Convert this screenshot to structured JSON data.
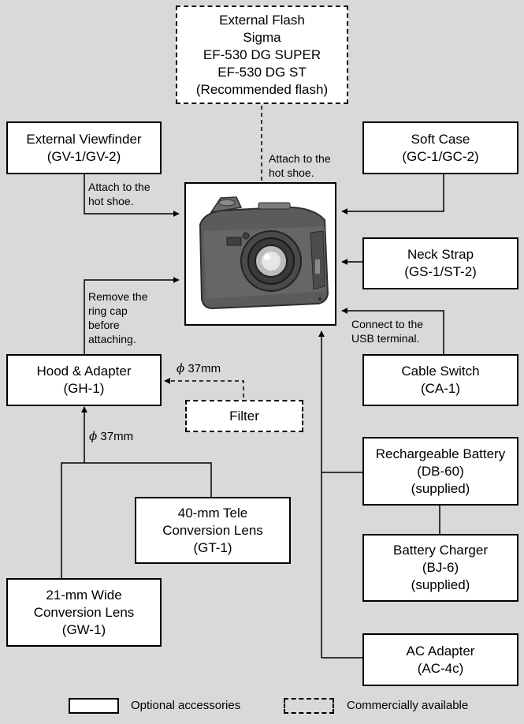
{
  "boxes": {
    "external_flash": [
      "External Flash",
      "Sigma",
      "EF-530 DG SUPER",
      "EF-530 DG ST",
      "(Recommended flash)"
    ],
    "external_viewfinder": [
      "External Viewfinder",
      "(GV-1/GV-2)"
    ],
    "soft_case": [
      "Soft Case",
      "(GC-1/GC-2)"
    ],
    "neck_strap": [
      "Neck Strap",
      "(GS-1/ST-2)"
    ],
    "hood_adapter": [
      "Hood & Adapter",
      "(GH-1)"
    ],
    "filter": [
      "Filter"
    ],
    "cable_switch": [
      "Cable Switch",
      "(CA-1)"
    ],
    "tele_lens": [
      "40-mm Tele",
      "Conversion Lens",
      "(GT-1)"
    ],
    "rechargeable_battery": [
      "Rechargeable Battery",
      "(DB-60)",
      "(supplied)"
    ],
    "battery_charger": [
      "Battery Charger",
      "(BJ-6)",
      "(supplied)"
    ],
    "wide_lens": [
      "21-mm Wide",
      "Conversion Lens",
      "(GW-1)"
    ],
    "ac_adapter": [
      "AC Adapter",
      "(AC-4c)"
    ]
  },
  "notes": {
    "hot_shoe_flash": [
      "Attach to the",
      "hot shoe."
    ],
    "hot_shoe_viewfinder": [
      "Attach to the",
      "hot shoe."
    ],
    "remove_ring_cap": [
      "Remove the",
      "ring cap",
      "before",
      "attaching."
    ],
    "usb_terminal": [
      "Connect to the",
      "USB terminal."
    ],
    "filter_size": {
      "symbol": "ϕ",
      "value": "37mm"
    },
    "lens_size": {
      "symbol": "ϕ",
      "value": "37mm"
    }
  },
  "legend": {
    "optional": "Optional accessories",
    "commercial": "Commercially available"
  }
}
